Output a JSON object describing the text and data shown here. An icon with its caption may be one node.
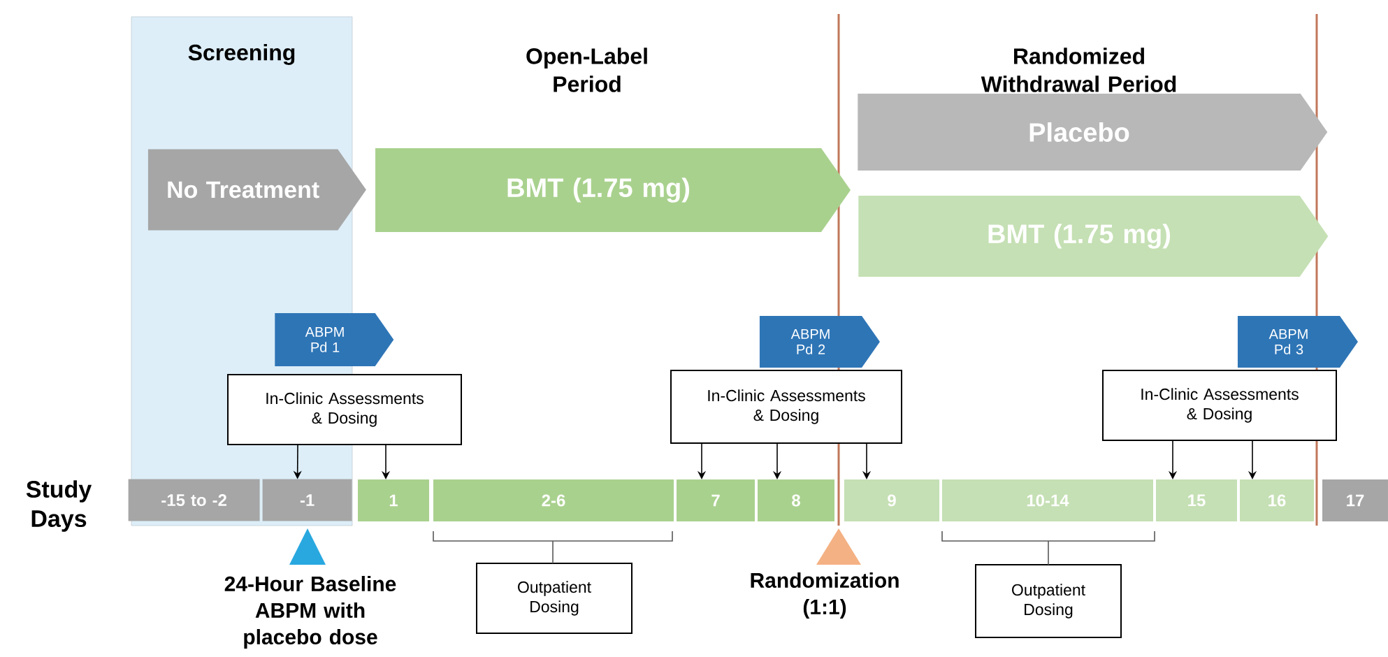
{
  "diagram": {
    "nodes": [
      {
        "text": [
          "Screening"
        ]
      },
      {
        "text": [
          "No Treatment"
        ],
        "in": 0
      },
      {
        "text": [
          "BMT (1.75 mg)"
        ]
      },
      {
        "text": [
          "Placebo"
        ]
      },
      {
        "text": [
          "BMT (1.75 mg)"
        ]
      },
      {
        "text": [
          "ABPM Pd 1"
        ]
      },
      {
        "text": [
          "In-Clinic Assessments & Dosing"
        ]
      },
      {
        "text": [
          "ABPM Pd 2"
        ]
      },
      {
        "text": [
          "In-Clinic Assessments & Dosing"
        ]
      },
      {
        "text": [
          "ABPM Pd 3"
        ]
      },
      {
        "text": [
          "In-Clinic Assessments & Dosing"
        ]
      },
      {
        "text": [
          "-15 to -2"
        ],
        "in": 0
      },
      {
        "text": [
          "-1"
        ],
        "in": 0
      },
      {
        "text": [
          "1"
        ]
      },
      {
        "text": [
          "2-6"
        ]
      },
      {
        "text": [
          "7"
        ]
      },
      {
        "text": [
          "8"
        ]
      },
      {
        "text": [
          "9"
        ]
      },
      {
        "text": [
          "10-14"
        ]
      },
      {
        "text": [
          "15"
        ]
      },
      {
        "text": [
          "16"
        ]
      },
      {
        "text": [
          "17"
        ]
      },
      {
        "text": [
          "Outpatient Dosing"
        ]
      },
      {
        "text": [
          "Outpatient Dosing"
        ]
      }
    ],
    "edges": [
      {
        "from": 6,
        "to": 12,
        "arrow": "to"
      },
      {
        "from": 6,
        "to": 13,
        "arrow": "to"
      },
      {
        "from": 8,
        "to": 15,
        "arrow": "to"
      },
      {
        "from": 8,
        "to": 16,
        "arrow": "to"
      },
      {
        "from": 8,
        "to": 17,
        "arrow": "to"
      },
      {
        "from": 10,
        "to": 19,
        "arrow": "to"
      },
      {
        "from": 10,
        "to": 20,
        "arrow": "to"
      }
    ],
    "labels": [
      "Open-Label Period",
      "Randomized Withdrawal Period",
      "Study Days",
      "24-Hour Baseline ABPM with placebo dose",
      "Randomization (1:1)"
    ]
  }
}
